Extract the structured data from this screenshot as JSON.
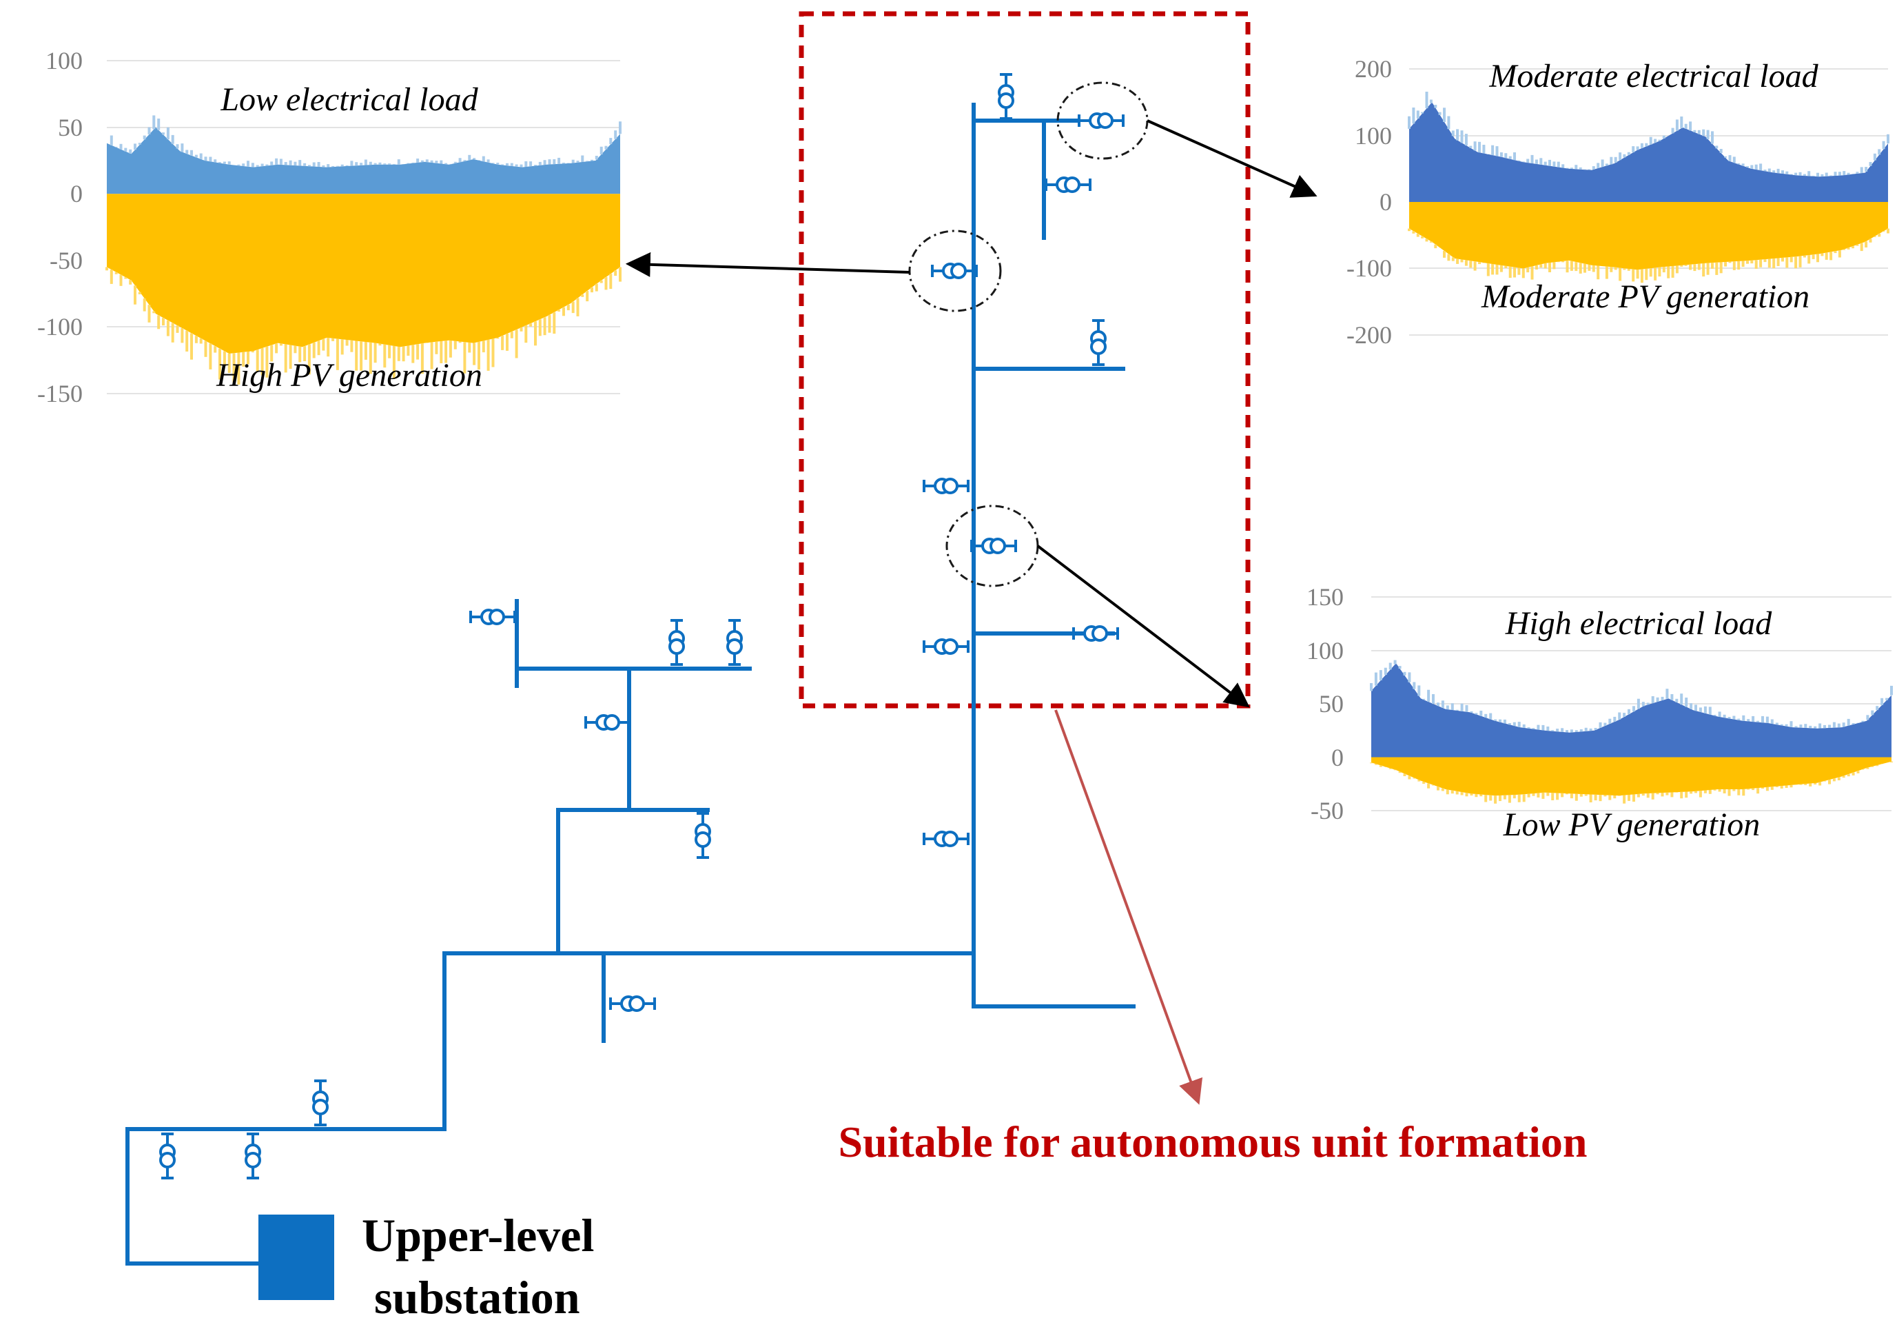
{
  "colors": {
    "network_line": "#0d6fc1",
    "load_fill": "#5b9bd5",
    "load_fill_light": "#a9cbea",
    "load_fill_dark": "#4472c4",
    "pv_fill": "#ffc000",
    "pv_fill_light": "#ffd966",
    "dashed_box": "#c00000",
    "callout_arrow": "#000000",
    "note_arrow": "#c0504d",
    "note_text": "#c00000",
    "tick_text": "#7f7f7f"
  },
  "diagram": {
    "substation_label_line1": "Upper-level",
    "substation_label_line2": "substation",
    "autonomous_note": "Suitable for autonomous unit formation",
    "node_icon": "transformer-icon",
    "substation_icon": "substation-square-icon"
  },
  "chart_data": [
    {
      "type": "area",
      "top_label": "Low electrical load",
      "bottom_label": "High PV generation",
      "ylim": [
        -150,
        100
      ],
      "yticks": [
        "100",
        "50",
        "0",
        "-50",
        "-100",
        "-150"
      ],
      "series": [
        {
          "values": [
            38,
            30,
            50,
            32,
            25,
            22,
            20,
            22,
            21,
            20,
            21,
            22,
            22,
            24,
            22,
            26,
            22,
            20,
            22,
            23,
            25,
            45
          ]
        },
        {
          "values": [
            -55,
            -65,
            -90,
            -100,
            -110,
            -120,
            -118,
            -112,
            -115,
            -108,
            -110,
            -112,
            -115,
            -112,
            -110,
            -112,
            -108,
            -100,
            -92,
            -82,
            -68,
            -55
          ]
        }
      ]
    },
    {
      "type": "area",
      "top_label": "Moderate electrical load",
      "bottom_label": "Moderate PV generation",
      "ylim": [
        -200,
        200
      ],
      "yticks": [
        "200",
        "100",
        "0",
        "-100",
        "-200"
      ],
      "series": [
        {
          "values": [
            110,
            150,
            95,
            75,
            68,
            60,
            55,
            50,
            48,
            58,
            78,
            92,
            112,
            98,
            62,
            50,
            44,
            40,
            38,
            40,
            44,
            88
          ]
        },
        {
          "values": [
            -40,
            -60,
            -85,
            -90,
            -95,
            -100,
            -92,
            -88,
            -95,
            -98,
            -102,
            -98,
            -95,
            -92,
            -90,
            -88,
            -85,
            -82,
            -78,
            -72,
            -60,
            -40
          ]
        }
      ]
    },
    {
      "type": "area",
      "top_label": "High electrical load",
      "bottom_label": "Low PV generation",
      "ylim": [
        -50,
        150
      ],
      "yticks": [
        "150",
        "100",
        "50",
        "0",
        "-50"
      ],
      "series": [
        {
          "values": [
            62,
            88,
            55,
            45,
            42,
            34,
            28,
            25,
            23,
            25,
            35,
            48,
            55,
            44,
            38,
            34,
            32,
            28,
            27,
            28,
            34,
            58
          ]
        },
        {
          "values": [
            -5,
            -12,
            -22,
            -30,
            -34,
            -36,
            -35,
            -33,
            -34,
            -35,
            -36,
            -34,
            -33,
            -32,
            -30,
            -30,
            -28,
            -26,
            -24,
            -18,
            -10,
            -4
          ]
        }
      ]
    }
  ]
}
